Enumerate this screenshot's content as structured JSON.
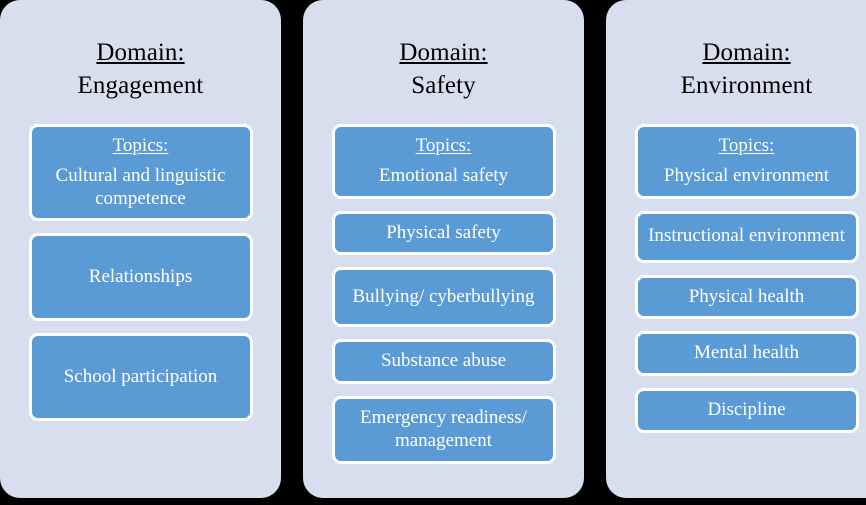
{
  "colors": {
    "background": "#000000",
    "panel": "#d7dfee",
    "topic_box": "#5b9bd5",
    "topic_box_border": "#ffffff",
    "title_text": "#000000",
    "topic_text": "#ffffff"
  },
  "common": {
    "domain_label": "Domain:",
    "topics_label": "Topics:"
  },
  "columns": [
    {
      "id": "engagement",
      "domain_label": "Domain:",
      "domain_name": "Engagement",
      "topics_label": "Topics:",
      "topics": [
        "Cultural and linguistic competence",
        "Relationships",
        "School participation"
      ]
    },
    {
      "id": "safety",
      "domain_label": "Domain:",
      "domain_name": "Safety",
      "topics_label": "Topics:",
      "topics": [
        "Emotional safety",
        "Physical safety",
        "Bullying/ cyberbullying",
        "Substance abuse",
        "Emergency readiness/ management"
      ]
    },
    {
      "id": "environment",
      "domain_label": "Domain:",
      "domain_name": "Environment",
      "topics_label": "Topics:",
      "topics": [
        "Physical environment",
        "Instructional environment",
        "Physical health",
        "Mental health",
        "Discipline"
      ]
    }
  ]
}
